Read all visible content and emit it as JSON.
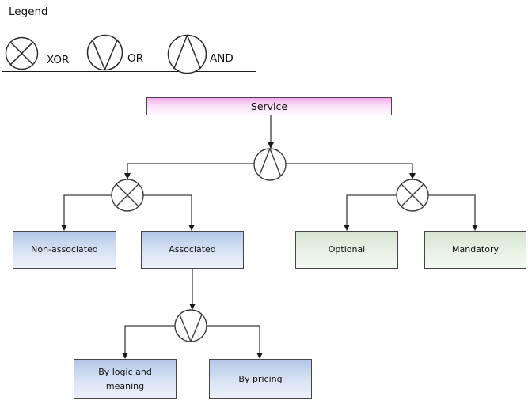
{
  "legend": {
    "title": "Legend",
    "items": [
      {
        "id": "xor",
        "symbol": "circle-with-x",
        "label": "XOR"
      },
      {
        "id": "or",
        "symbol": "circle-with-v",
        "label": "OR"
      },
      {
        "id": "and",
        "symbol": "circle-with-caret",
        "label": "AND"
      }
    ]
  },
  "diagram": {
    "root": {
      "label": "Service"
    },
    "nodes": {
      "non_associated": {
        "label": "Non-associated",
        "color_theme": "blue"
      },
      "associated": {
        "label": "Associated",
        "color_theme": "blue"
      },
      "optional": {
        "label": "Optional",
        "color_theme": "green"
      },
      "mandatory": {
        "label": "Mandatory",
        "color_theme": "green"
      },
      "by_logic": {
        "label": "By logic and meaning",
        "color_theme": "blue"
      },
      "by_pricing": {
        "label": "By pricing",
        "color_theme": "blue"
      }
    },
    "gates": [
      {
        "type": "AND",
        "parent": "Service",
        "children": [
          "xor-left-gate",
          "xor-right-gate"
        ]
      },
      {
        "type": "XOR",
        "parent": "AND-gate",
        "children": [
          "Non-associated",
          "Associated"
        ]
      },
      {
        "type": "XOR",
        "parent": "AND-gate",
        "children": [
          "Optional",
          "Mandatory"
        ]
      },
      {
        "type": "OR",
        "parent": "Associated",
        "children": [
          "By logic and meaning",
          "By pricing"
        ]
      }
    ]
  },
  "colors": {
    "root_fill_top": "#f2a9eb",
    "root_fill_bottom": "#fef8fd",
    "blue_fill_top": "#b2c7e7",
    "blue_fill_bottom": "#ecf1f9",
    "green_fill_top": "#d6e5d1",
    "green_fill_bottom": "#f4f8f2",
    "node_border": "#454545",
    "wire": "#3c3c3c",
    "background": "#ffffff"
  }
}
